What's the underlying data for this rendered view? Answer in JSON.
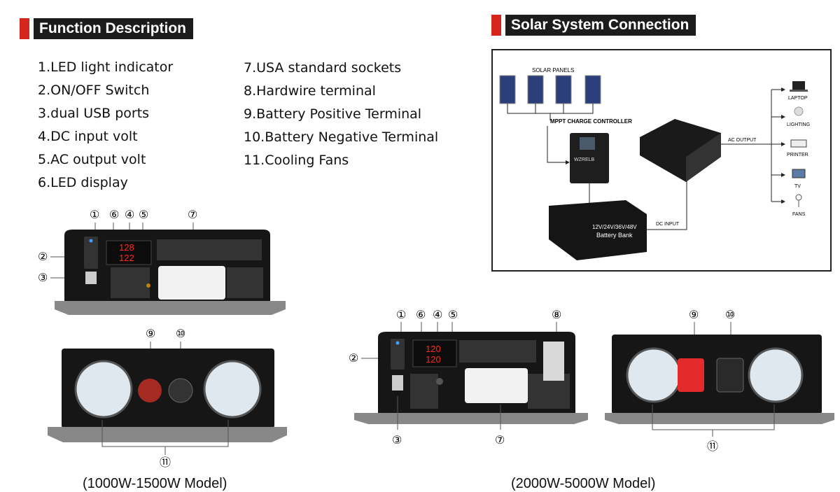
{
  "func_header": {
    "title": "Function Description"
  },
  "solar_header": {
    "title": "Solar System Connection"
  },
  "functions_left": [
    "1.LED light indicator",
    "2.ON/OFF Switch",
    "3.dual USB ports",
    "4.DC input volt",
    "5.AC output volt",
    "6.LED display"
  ],
  "functions_right": [
    "7.USA standard sockets",
    "8.Hardwire terminal",
    "9.Battery Positive Terminal",
    "10.Battery Negative Terminal",
    "11.Cooling Fans"
  ],
  "solar": {
    "panels_label": "SOLAR PANELS",
    "controller_label": "MPPT CHARGE CONTROLLER",
    "controller_brand": "WZRELB",
    "battery_voltage": "12V/24V/36V/48V",
    "battery_label": "Battery Bank",
    "dc_input": "DC INPUT",
    "ac_output": "AC OUTPUT",
    "devices": [
      "LAPTOP",
      "LIGHTING",
      "PRINTER",
      "TV",
      "FANS"
    ]
  },
  "display": {
    "small_top": "128",
    "small_bottom": "122",
    "big_top": "120",
    "big_bottom": "120"
  },
  "markers": {
    "m1": "①",
    "m2": "②",
    "m3": "③",
    "m4": "④",
    "m5": "⑤",
    "m6": "⑥",
    "m7": "⑦",
    "m8": "⑧",
    "m9": "⑨",
    "m10": "⑩",
    "m11": "⑪"
  },
  "captions": {
    "small_model": "(1000W-1500W Model)",
    "big_model": "(2000W-5000W Model)"
  },
  "colors": {
    "accent_red": "#d4261c",
    "header_bg": "#1c1c1c",
    "display_red": "#ff2a1a"
  }
}
